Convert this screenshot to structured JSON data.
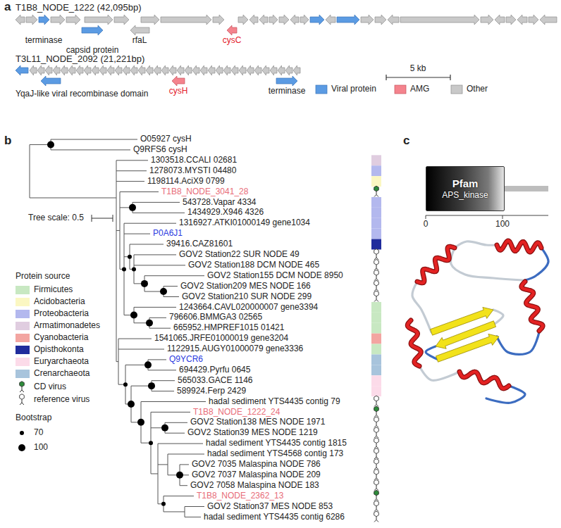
{
  "diagram": {
    "nodes": [
      {
        "text": [
          "Pfam",
          "APS_kinase"
        ]
      }
    ],
    "labels": [
      "a",
      "T1B8_NODE_1222 (42,095bp)",
      "terminase",
      "capsid protein",
      "rfaL",
      "cysC",
      "T3L11_NODE_2092 (21,221bp)",
      "YqaJ-like viral recombinase domain",
      "cysH",
      "terminase",
      "5 kb",
      "b",
      "Tree scale: 0.5",
      "O05927 cysH",
      "Q9RFS6 cysH",
      "1303518.CCALI 02681",
      "1278073.MYSTI 04480",
      "1198114.AciX9 0799",
      "T1B8_NODE_3041_28",
      "543728.Vapar 4334",
      "1434929.X946 4326",
      "1316927.ATKI01000149 gene1034",
      "P0A6J1",
      "39416.CAZ81601",
      "GOV2 Station22 SUR NODE 49",
      "GOV2 Station188 DCM NODE 465",
      "GOV2 Station155 DCM NODE 8950",
      "GOV2 Station209 MES NODE 166",
      "GOV2 Station210 SUR NODE 299",
      "1243664.CAVL020000007 gene3394",
      "796606.BMMGA3 02565",
      "665952.HMPREF1015 01421",
      "1541065.JRFE01000019 gene3204",
      "1122915.AUGY01000079 gene3336",
      "Q9YCR6",
      "694429.Pyrfu 0645",
      "565033.GACE 1146",
      "589924.Ferp 2429",
      "hadal sediment YTS4435 contig 79",
      "T1B8_NODE_1222_24",
      "GOV2 Station138 MES NODE 1971",
      "GOV2 Station39 MES NODE 1219",
      "hadal sediment YTS4435 contig 1815",
      "hadal sediment YTS4568 contig 173",
      "GOV2 7035 Malaspina NODE 786",
      "GOV2 7037 Malaspina NODE 209",
      "GOV2 7058 Malaspina NODE 183",
      "T1B8_NODE_2362_13",
      "GOV2 Station37 MES NODE 853",
      "hadal sediment YTS4435 contig 6286",
      "Protein source",
      "Bootstrap",
      "c",
      "0",
      "100"
    ],
    "legend": [
      {
        "text": "Viral protein",
        "color": "#5b9be3"
      },
      {
        "text": "AMG",
        "color": "#f4838d"
      },
      {
        "text": "Other",
        "color": "#c9c9c9"
      },
      {
        "text": "Firmicutes",
        "color": "#c8e8c2"
      },
      {
        "text": "Acidobacteria",
        "color": "#fbf7c2"
      },
      {
        "text": "Proteobacteria",
        "color": "#b3b8ee"
      },
      {
        "text": "Armatimonadetes",
        "color": "#e0cde0"
      },
      {
        "text": "Cyanobacteria",
        "color": "#f3a5a1"
      },
      {
        "text": "Opisthokonta",
        "color": "#202c9c"
      },
      {
        "text": "Euryarchaeota",
        "color": "#fcdbe9"
      },
      {
        "text": "Crenarchaeota",
        "color": "#a8c4dc"
      },
      {
        "text": "CD virus"
      },
      {
        "text": "reference virus"
      },
      {
        "text": "70"
      },
      {
        "text": "100"
      }
    ]
  }
}
